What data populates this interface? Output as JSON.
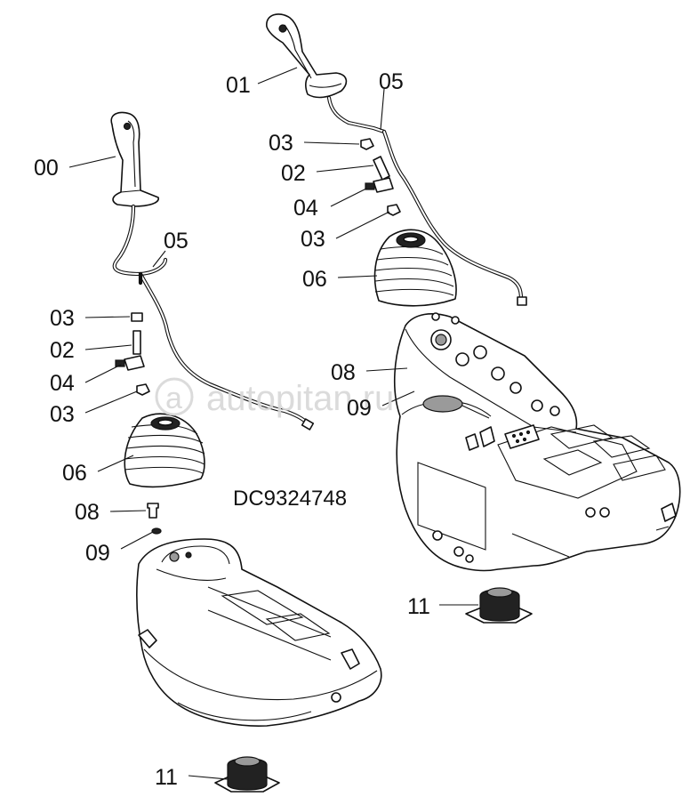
{
  "diagram_code": "DC9324748",
  "watermark": "autopitan.ru",
  "callouts": {
    "c00": "00",
    "c01": "01",
    "c05_left": "05",
    "c05_right": "05",
    "c03_left_top": "03",
    "c02_left": "02",
    "c04_left": "04",
    "c03_left_bottom": "03",
    "c06_left": "06",
    "c08_left": "08",
    "c09_left": "09",
    "c11_left": "11",
    "c03_right_top": "03",
    "c02_right": "02",
    "c04_right": "04",
    "c03_right_bottom": "03",
    "c06_right": "06",
    "c08_right": "08",
    "c09_right": "09",
    "c11_right": "11"
  }
}
